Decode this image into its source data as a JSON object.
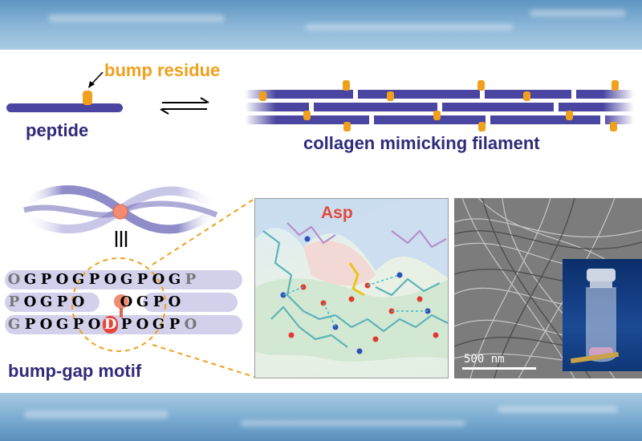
{
  "labels": {
    "bump_residue": "bump residue",
    "peptide": "peptide",
    "filament": "collagen mimicking filament",
    "motif": "bump-gap motif",
    "asp": "Asp",
    "scale_bar": "500 nm"
  },
  "sequence_rows": [
    [
      "O",
      "G",
      "P",
      "O",
      "G",
      "P",
      "O",
      "G",
      "P",
      "O",
      "G",
      "P"
    ],
    [
      "P",
      "O",
      "G",
      "P",
      "O",
      "",
      "",
      "O",
      "G",
      "P",
      "O",
      ""
    ],
    [
      "G",
      "P",
      "O",
      "G",
      "P",
      "O",
      "D",
      "P",
      "O",
      "G",
      "P",
      "O"
    ]
  ],
  "colors": {
    "navy": "#2f2b7a",
    "peptide": "#4a45a0",
    "bump": "#f0a01c",
    "asp": "#e5473c",
    "dash": "#f0a01c"
  },
  "icons": {
    "equilibrium": "equilibrium-arrows-icon",
    "triple_bar": "identity-bars-icon"
  }
}
